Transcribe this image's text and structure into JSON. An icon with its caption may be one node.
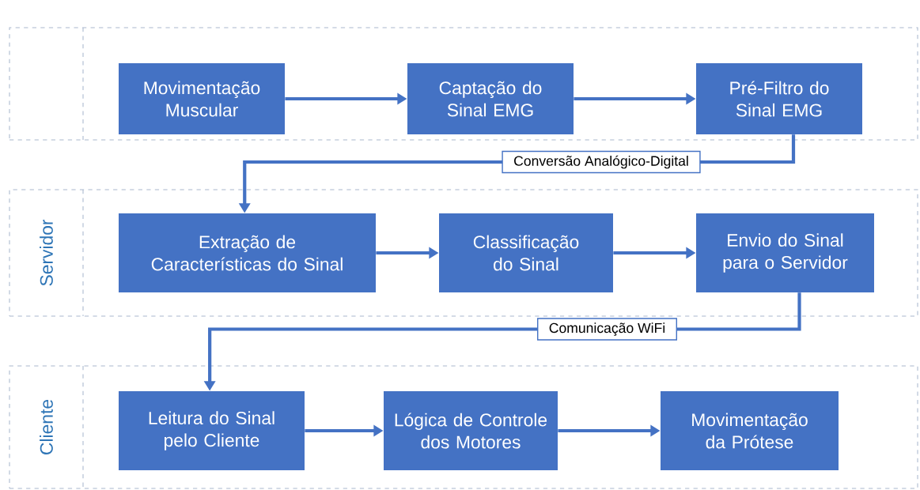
{
  "diagram": {
    "nodes": [
      {
        "text": [],
        "shape": "band"
      },
      {
        "text": [
          "Servidor"
        ]
      },
      {
        "text": [
          "Cliente"
        ]
      },
      {
        "text": [
          "Movimentação Muscular"
        ],
        "in": 0
      },
      {
        "text": [
          "Captação do Sinal EMG"
        ],
        "in": 0
      },
      {
        "text": [
          "Pré-Filtro do Sinal EMG"
        ],
        "in": 0
      },
      {
        "text": [
          "Extração de Características do Sinal"
        ],
        "in": 1
      },
      {
        "text": [
          "Classificação do Sinal"
        ],
        "in": 1
      },
      {
        "text": [
          "Envio do Sinal para o Servidor"
        ],
        "in": 1
      },
      {
        "text": [
          "Leitura do Sinal pelo Cliente"
        ],
        "in": 2
      },
      {
        "text": [
          "Lógica de Controle dos Motores"
        ],
        "in": 2
      },
      {
        "text": [
          "Movimentação da Prótese"
        ],
        "in": 2
      }
    ],
    "edges": [
      {
        "from": 3,
        "to": 4,
        "arrow": "to"
      },
      {
        "from": 4,
        "to": 5,
        "arrow": "to"
      },
      {
        "from": 5,
        "to": 6,
        "arrow": "to",
        "label": "Conversão Analógico-Digital"
      },
      {
        "from": 6,
        "to": 7,
        "arrow": "to"
      },
      {
        "from": 7,
        "to": 8,
        "arrow": "to"
      },
      {
        "from": 8,
        "to": 9,
        "arrow": "to",
        "label": "Comunicação WiFi"
      },
      {
        "from": 9,
        "to": 10,
        "arrow": "to"
      },
      {
        "from": 10,
        "to": 11,
        "arrow": "to"
      }
    ]
  }
}
